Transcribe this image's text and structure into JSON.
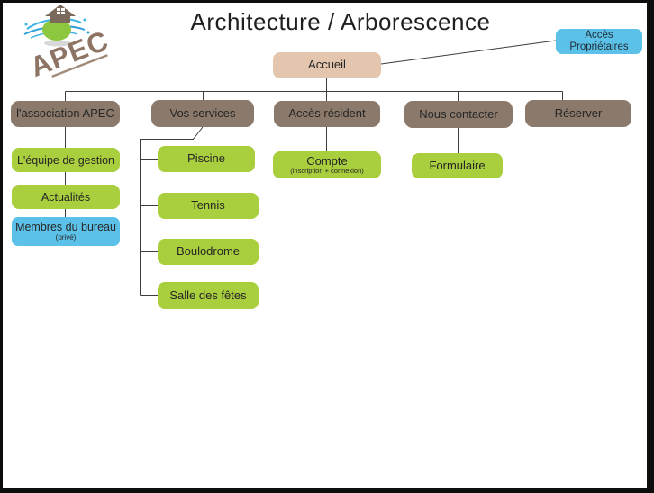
{
  "title": "Architecture / Arborescence",
  "logo": {
    "text": "APEC"
  },
  "colors": {
    "branch_brown": "#8b7a6b",
    "leaf_green": "#a9ce3e",
    "private_blue": "#5cc1e8",
    "root_tan": "#e3c6ad",
    "connector_line": "#3d3d3d"
  },
  "diagram": {
    "root": {
      "label": "Accueil"
    },
    "floating": {
      "label": "Accès Propriétaires"
    },
    "branches": [
      {
        "label": "l'association APEC",
        "children": [
          {
            "label": "L'équipe de gestion"
          },
          {
            "label": "Actualités"
          },
          {
            "label": "Membres du bureau",
            "sublabel": "(privé)"
          }
        ]
      },
      {
        "label": "Vos services",
        "children": [
          {
            "label": "Piscine"
          },
          {
            "label": "Tennis"
          },
          {
            "label": "Boulodrome"
          },
          {
            "label": "Salle des fêtes"
          }
        ]
      },
      {
        "label": "Accès résident",
        "children": [
          {
            "label": "Compte",
            "sublabel": "(inscription + connexion)"
          }
        ]
      },
      {
        "label": "Nous contacter",
        "children": [
          {
            "label": "Formulaire"
          }
        ]
      },
      {
        "label": "Réserver",
        "children": []
      }
    ]
  }
}
